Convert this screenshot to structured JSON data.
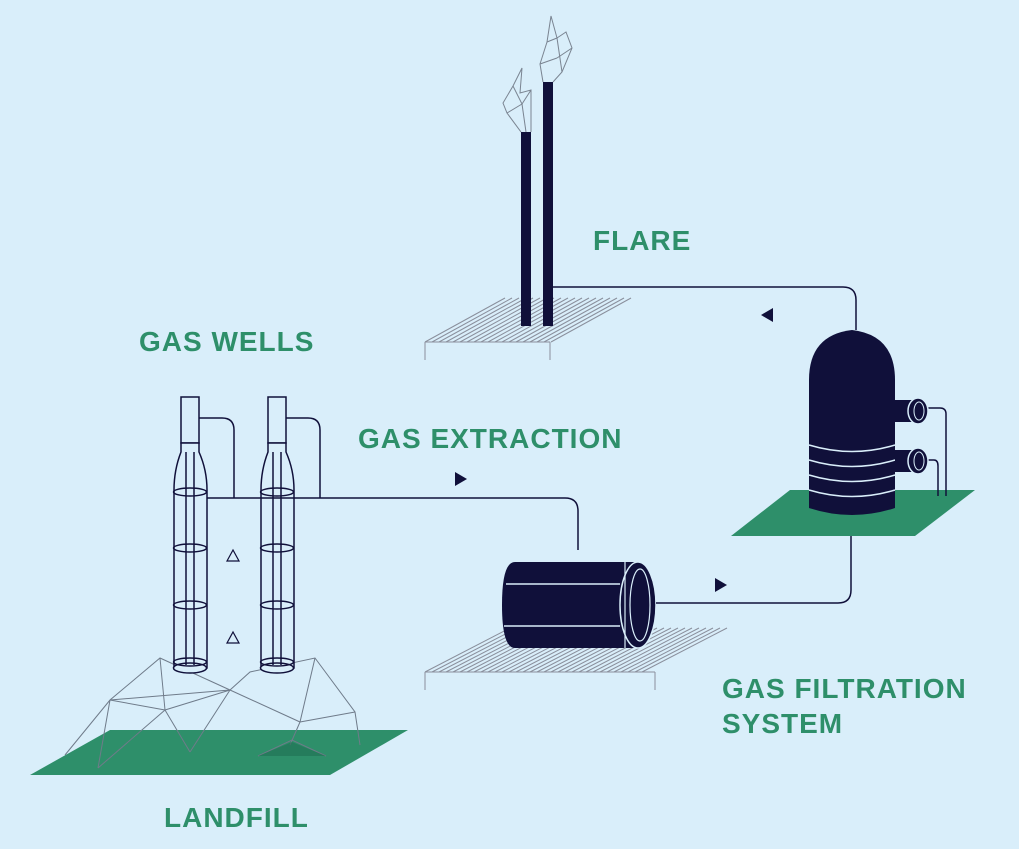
{
  "labels": {
    "flare": "FLARE",
    "gas_wells": "GAS WELLS",
    "gas_extraction": "GAS EXTRACTION",
    "gas_filtration_line1": "GAS FILTRATION",
    "gas_filtration_line2": "SYSTEM",
    "landfill": "LANDFILL"
  },
  "colors": {
    "background": "#d9eefa",
    "label_green": "#2e8f6a",
    "platform_green": "#2e8f6a",
    "equipment_navy": "#10103a",
    "line_gray": "#8a8f9c"
  }
}
